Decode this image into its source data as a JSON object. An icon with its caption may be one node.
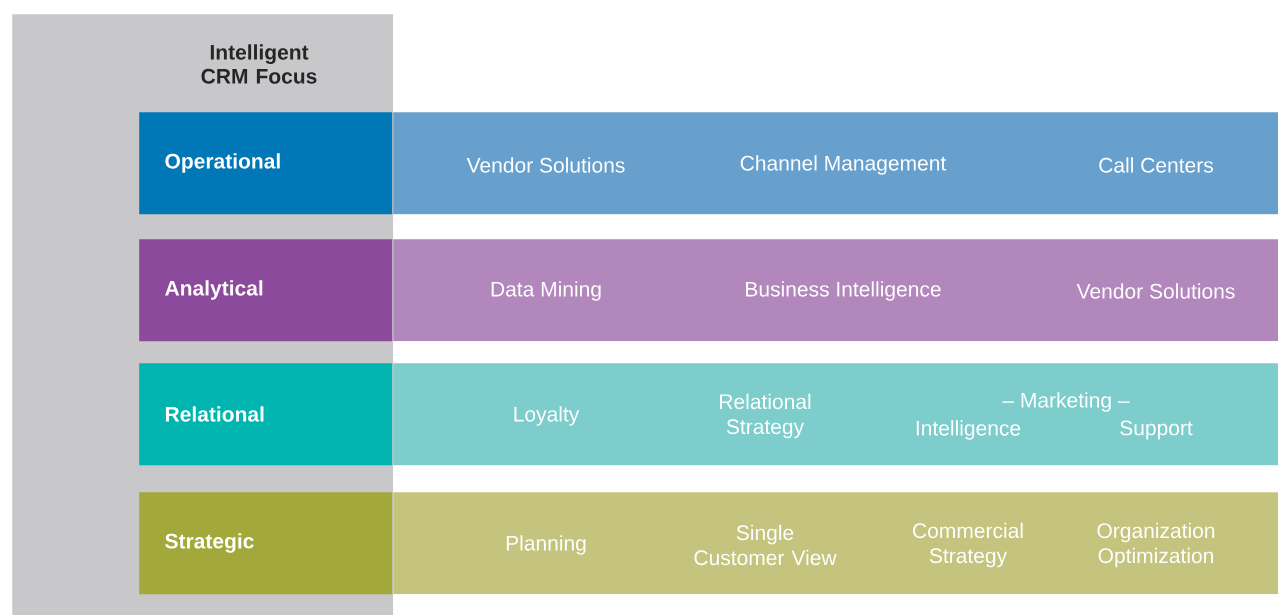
{
  "diagram": {
    "nodes": [
      {
        "text": [
          "Intelligent CRM Focus"
        ]
      },
      {
        "text": [
          "Operational"
        ],
        "in": 0
      },
      {
        "text": [
          "Vendor Solutions",
          "Channel Management",
          "Call Centers"
        ]
      },
      {
        "text": [
          "Analytical"
        ],
        "in": 0
      },
      {
        "text": [
          "Data Mining",
          "Business Intelligence",
          "Vendor Solutions"
        ]
      },
      {
        "text": [
          "Relational"
        ],
        "in": 0
      },
      {
        "text": [
          "Loyalty",
          "Relational Strategy",
          "– Marketing –",
          "Intelligence",
          "Support"
        ]
      },
      {
        "text": [
          "Strategic"
        ],
        "in": 0
      },
      {
        "text": [
          "Planning",
          "Single Customer View",
          "Commercial Strategy",
          "Organization Optimization"
        ]
      }
    ]
  }
}
